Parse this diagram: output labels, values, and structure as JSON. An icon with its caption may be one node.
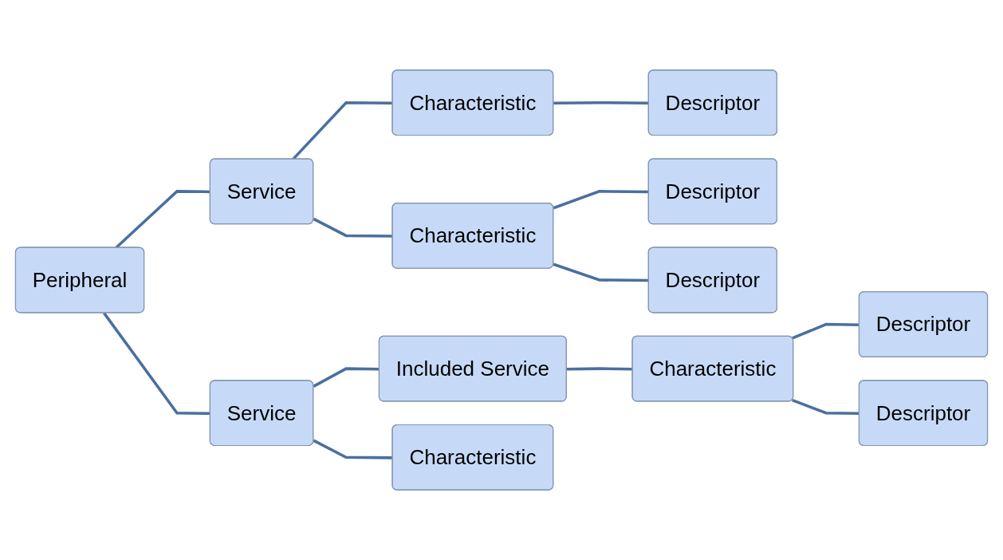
{
  "diagram": {
    "nodes": [
      {
        "text": [
          "Peripheral"
        ]
      },
      {
        "text": [
          "Service"
        ]
      },
      {
        "text": [
          "Characteristic"
        ]
      },
      {
        "text": [
          "Descriptor"
        ]
      },
      {
        "text": [
          "Characteristic"
        ]
      },
      {
        "text": [
          "Descriptor"
        ]
      },
      {
        "text": [
          "Descriptor"
        ]
      },
      {
        "text": [
          "Service"
        ]
      },
      {
        "text": [
          "Included Service"
        ]
      },
      {
        "text": [
          "Characteristic"
        ]
      },
      {
        "text": [
          "Descriptor"
        ]
      },
      {
        "text": [
          "Descriptor"
        ]
      },
      {
        "text": [
          "Characteristic"
        ]
      }
    ],
    "edges": [
      {
        "from": 0,
        "to": 1,
        "arrow": "none"
      },
      {
        "from": 0,
        "to": 7,
        "arrow": "none"
      },
      {
        "from": 1,
        "to": 2,
        "arrow": "none"
      },
      {
        "from": 1,
        "to": 4,
        "arrow": "none"
      },
      {
        "from": 2,
        "to": 3,
        "arrow": "none"
      },
      {
        "from": 4,
        "to": 5,
        "arrow": "none"
      },
      {
        "from": 4,
        "to": 6,
        "arrow": "none"
      },
      {
        "from": 7,
        "to": 8,
        "arrow": "none"
      },
      {
        "from": 7,
        "to": 12,
        "arrow": "none"
      },
      {
        "from": 8,
        "to": 9,
        "arrow": "none"
      },
      {
        "from": 9,
        "to": 10,
        "arrow": "none"
      },
      {
        "from": 9,
        "to": 11,
        "arrow": "none"
      }
    ]
  }
}
